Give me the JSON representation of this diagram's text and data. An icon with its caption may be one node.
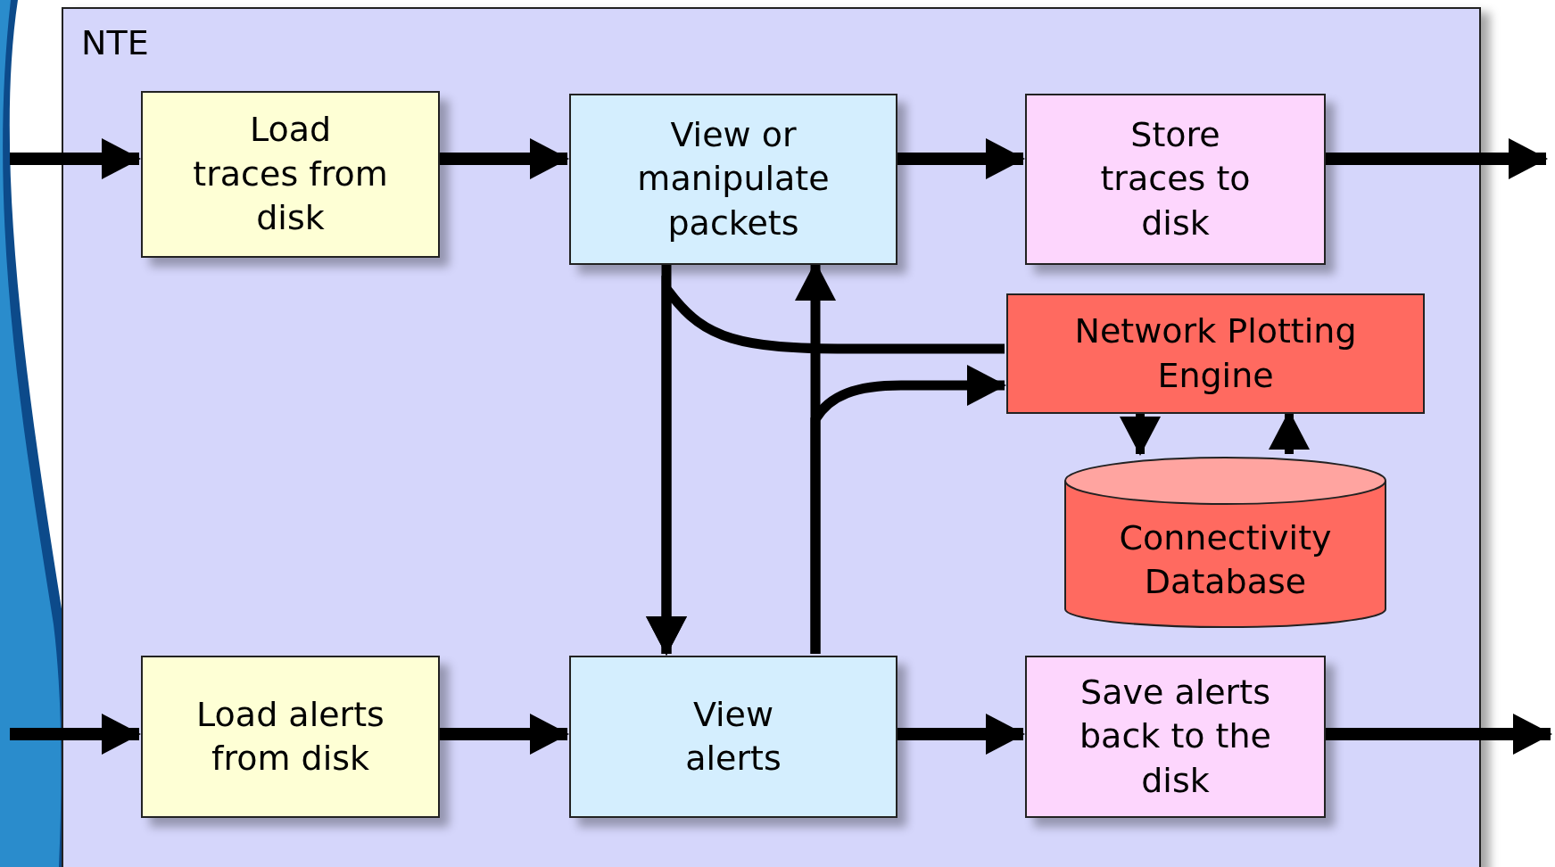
{
  "diagram": {
    "nodes": [
      {
        "text": [
          "NTE"
        ]
      },
      {
        "text": [
          "Load traces from disk"
        ],
        "in": 0
      },
      {
        "text": [
          "View or manipulate packets"
        ],
        "in": 0
      },
      {
        "text": [
          "Store traces to disk"
        ],
        "in": 0
      },
      {
        "text": [
          "Network Plotting Engine"
        ],
        "in": 0
      },
      {
        "text": [
          "Connectivity Database"
        ],
        "in": 0
      },
      {
        "text": [
          "Load alerts from disk"
        ],
        "in": 0
      },
      {
        "text": [
          "View alerts"
        ],
        "in": 0
      },
      {
        "text": [
          "Save alerts back to the disk"
        ],
        "in": 0
      }
    ],
    "edges": [
      {
        "from": null,
        "to": 1,
        "arrow": "to"
      },
      {
        "from": 1,
        "to": 2,
        "arrow": "to"
      },
      {
        "from": 2,
        "to": 3,
        "arrow": "to"
      },
      {
        "from": 3,
        "to": null,
        "arrow": "to"
      },
      {
        "from": null,
        "to": 6,
        "arrow": "to"
      },
      {
        "from": 6,
        "to": 7,
        "arrow": "to"
      },
      {
        "from": 7,
        "to": 8,
        "arrow": "to"
      },
      {
        "from": 8,
        "to": null,
        "arrow": "to"
      },
      {
        "from": 2,
        "to": 7,
        "arrow": "to"
      },
      {
        "from": 7,
        "to": 2,
        "arrow": "to"
      },
      {
        "from": 4,
        "to": 7,
        "arrow": "to"
      },
      {
        "from": 7,
        "to": 4,
        "arrow": "to"
      },
      {
        "from": 4,
        "to": 5,
        "arrow": "to"
      },
      {
        "from": 5,
        "to": 4,
        "arrow": "to"
      }
    ]
  }
}
